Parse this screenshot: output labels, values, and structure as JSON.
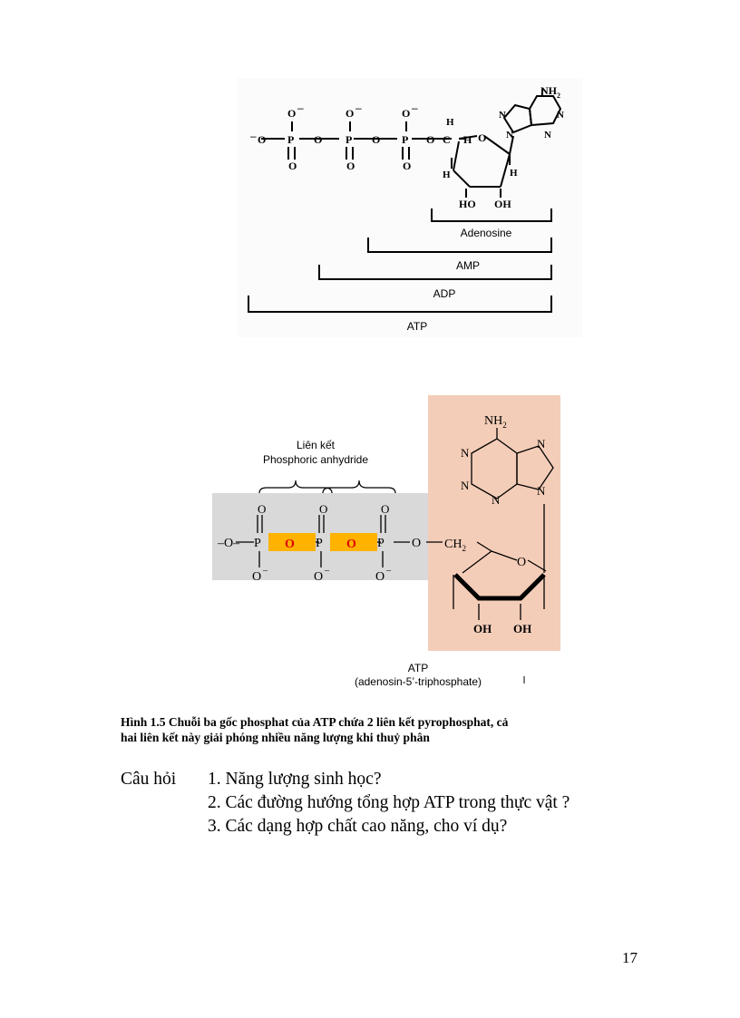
{
  "figure1": {
    "nh2": "NH",
    "nh2_sub": "2",
    "brackets": [
      "Adenosine",
      "AMP",
      "ADP",
      "ATP"
    ]
  },
  "figure2": {
    "bond_label_line1": "Liên kết",
    "bond_label_line2": "Phosphoric anhydride",
    "nh2": "NH",
    "nh2_sub": "2",
    "ch2": "CH",
    "ch2_sub": "2",
    "caption_line1": "ATP",
    "caption_line2": "(adenosin-5’-triphosphate)",
    "colors": {
      "phosphate_bg": "#d9d9d9",
      "adenosine_bg": "#f4cdb8",
      "bridge_oxygen_bg": "#ffb300",
      "bridge_oxygen_text": "#e00000"
    }
  },
  "caption": {
    "line1": "Hình 1.5  Chuỗi ba gốc phosphat của ATP chứa 2 liên kết pyrophosphat, cả",
    "line2": "hai liên kết này giải phóng nhiều năng lượng khi thuỷ phân"
  },
  "questions": {
    "label": "Câu hỏi",
    "items": [
      "1. Năng lượng sinh học?",
      "2. Các đường hướng tổng hợp ATP trong thực vật ?",
      "3. Các dạng hợp chất cao năng, cho ví dụ?"
    ]
  },
  "page_number": "17"
}
